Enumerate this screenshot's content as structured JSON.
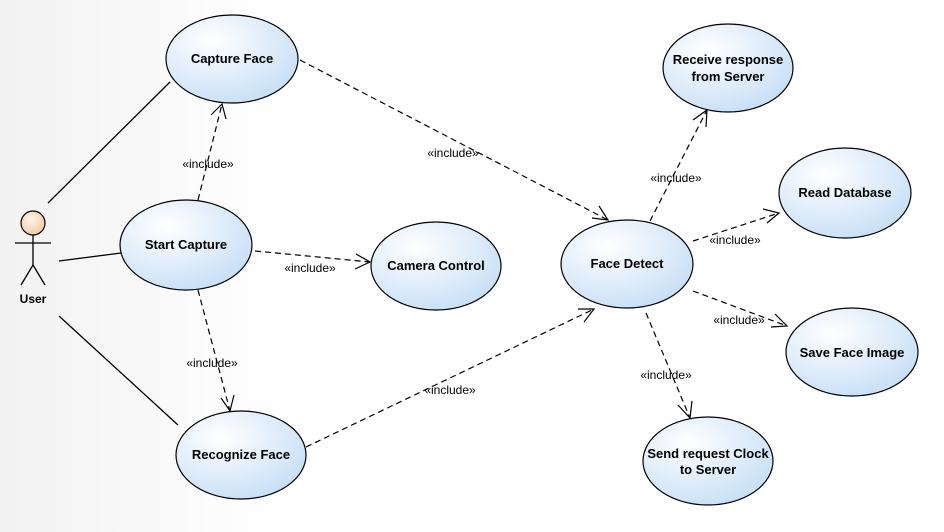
{
  "actor": {
    "label": "User"
  },
  "use_cases": {
    "capture_face": [
      "Capture Face"
    ],
    "start_capture": [
      "Start Capture"
    ],
    "camera_control": [
      "Camera Control"
    ],
    "recognize_face": [
      "Recognize Face"
    ],
    "face_detect": [
      "Face Detect"
    ],
    "receive_response": [
      "Receive response",
      "from Server"
    ],
    "read_database": [
      "Read Database"
    ],
    "save_face_image": [
      "Save Face Image"
    ],
    "send_request": [
      "Send request Clock",
      "to Server"
    ]
  },
  "stereotype": "«include»",
  "colors": {
    "ellipse_light": "#ffffff",
    "ellipse_dark": "#c4ddf6",
    "actor_fill": "#f7d6b5",
    "stroke": "#000000"
  }
}
